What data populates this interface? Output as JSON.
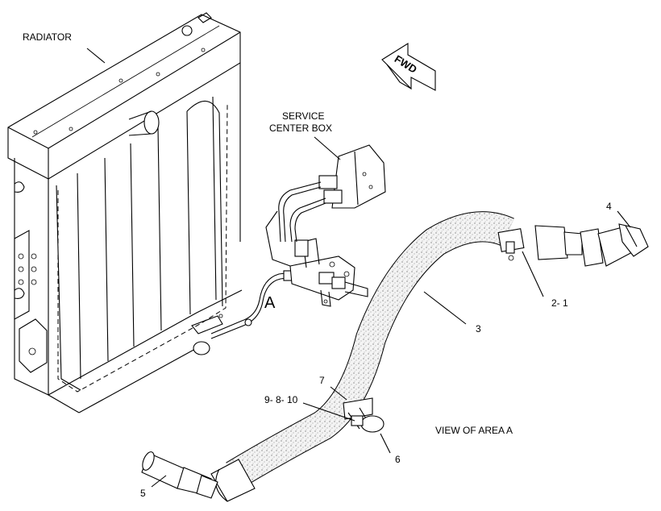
{
  "labels": {
    "radiator": "RADIATOR",
    "service_line1": "SERVICE",
    "service_line2": "CENTER BOX",
    "fwd": "FWD",
    "area_a": "A",
    "view_of_area": "VIEW OF AREA  A",
    "callout_2_1": "2- 1",
    "callout_3": "3",
    "callout_4": "4",
    "callout_5": "5",
    "callout_6": "6",
    "callout_7": "7",
    "callout_9_8_10": "9- 8- 10"
  },
  "colors": {
    "line": "#000000",
    "background": "#ffffff",
    "hose_fill": "#eeeeee"
  }
}
